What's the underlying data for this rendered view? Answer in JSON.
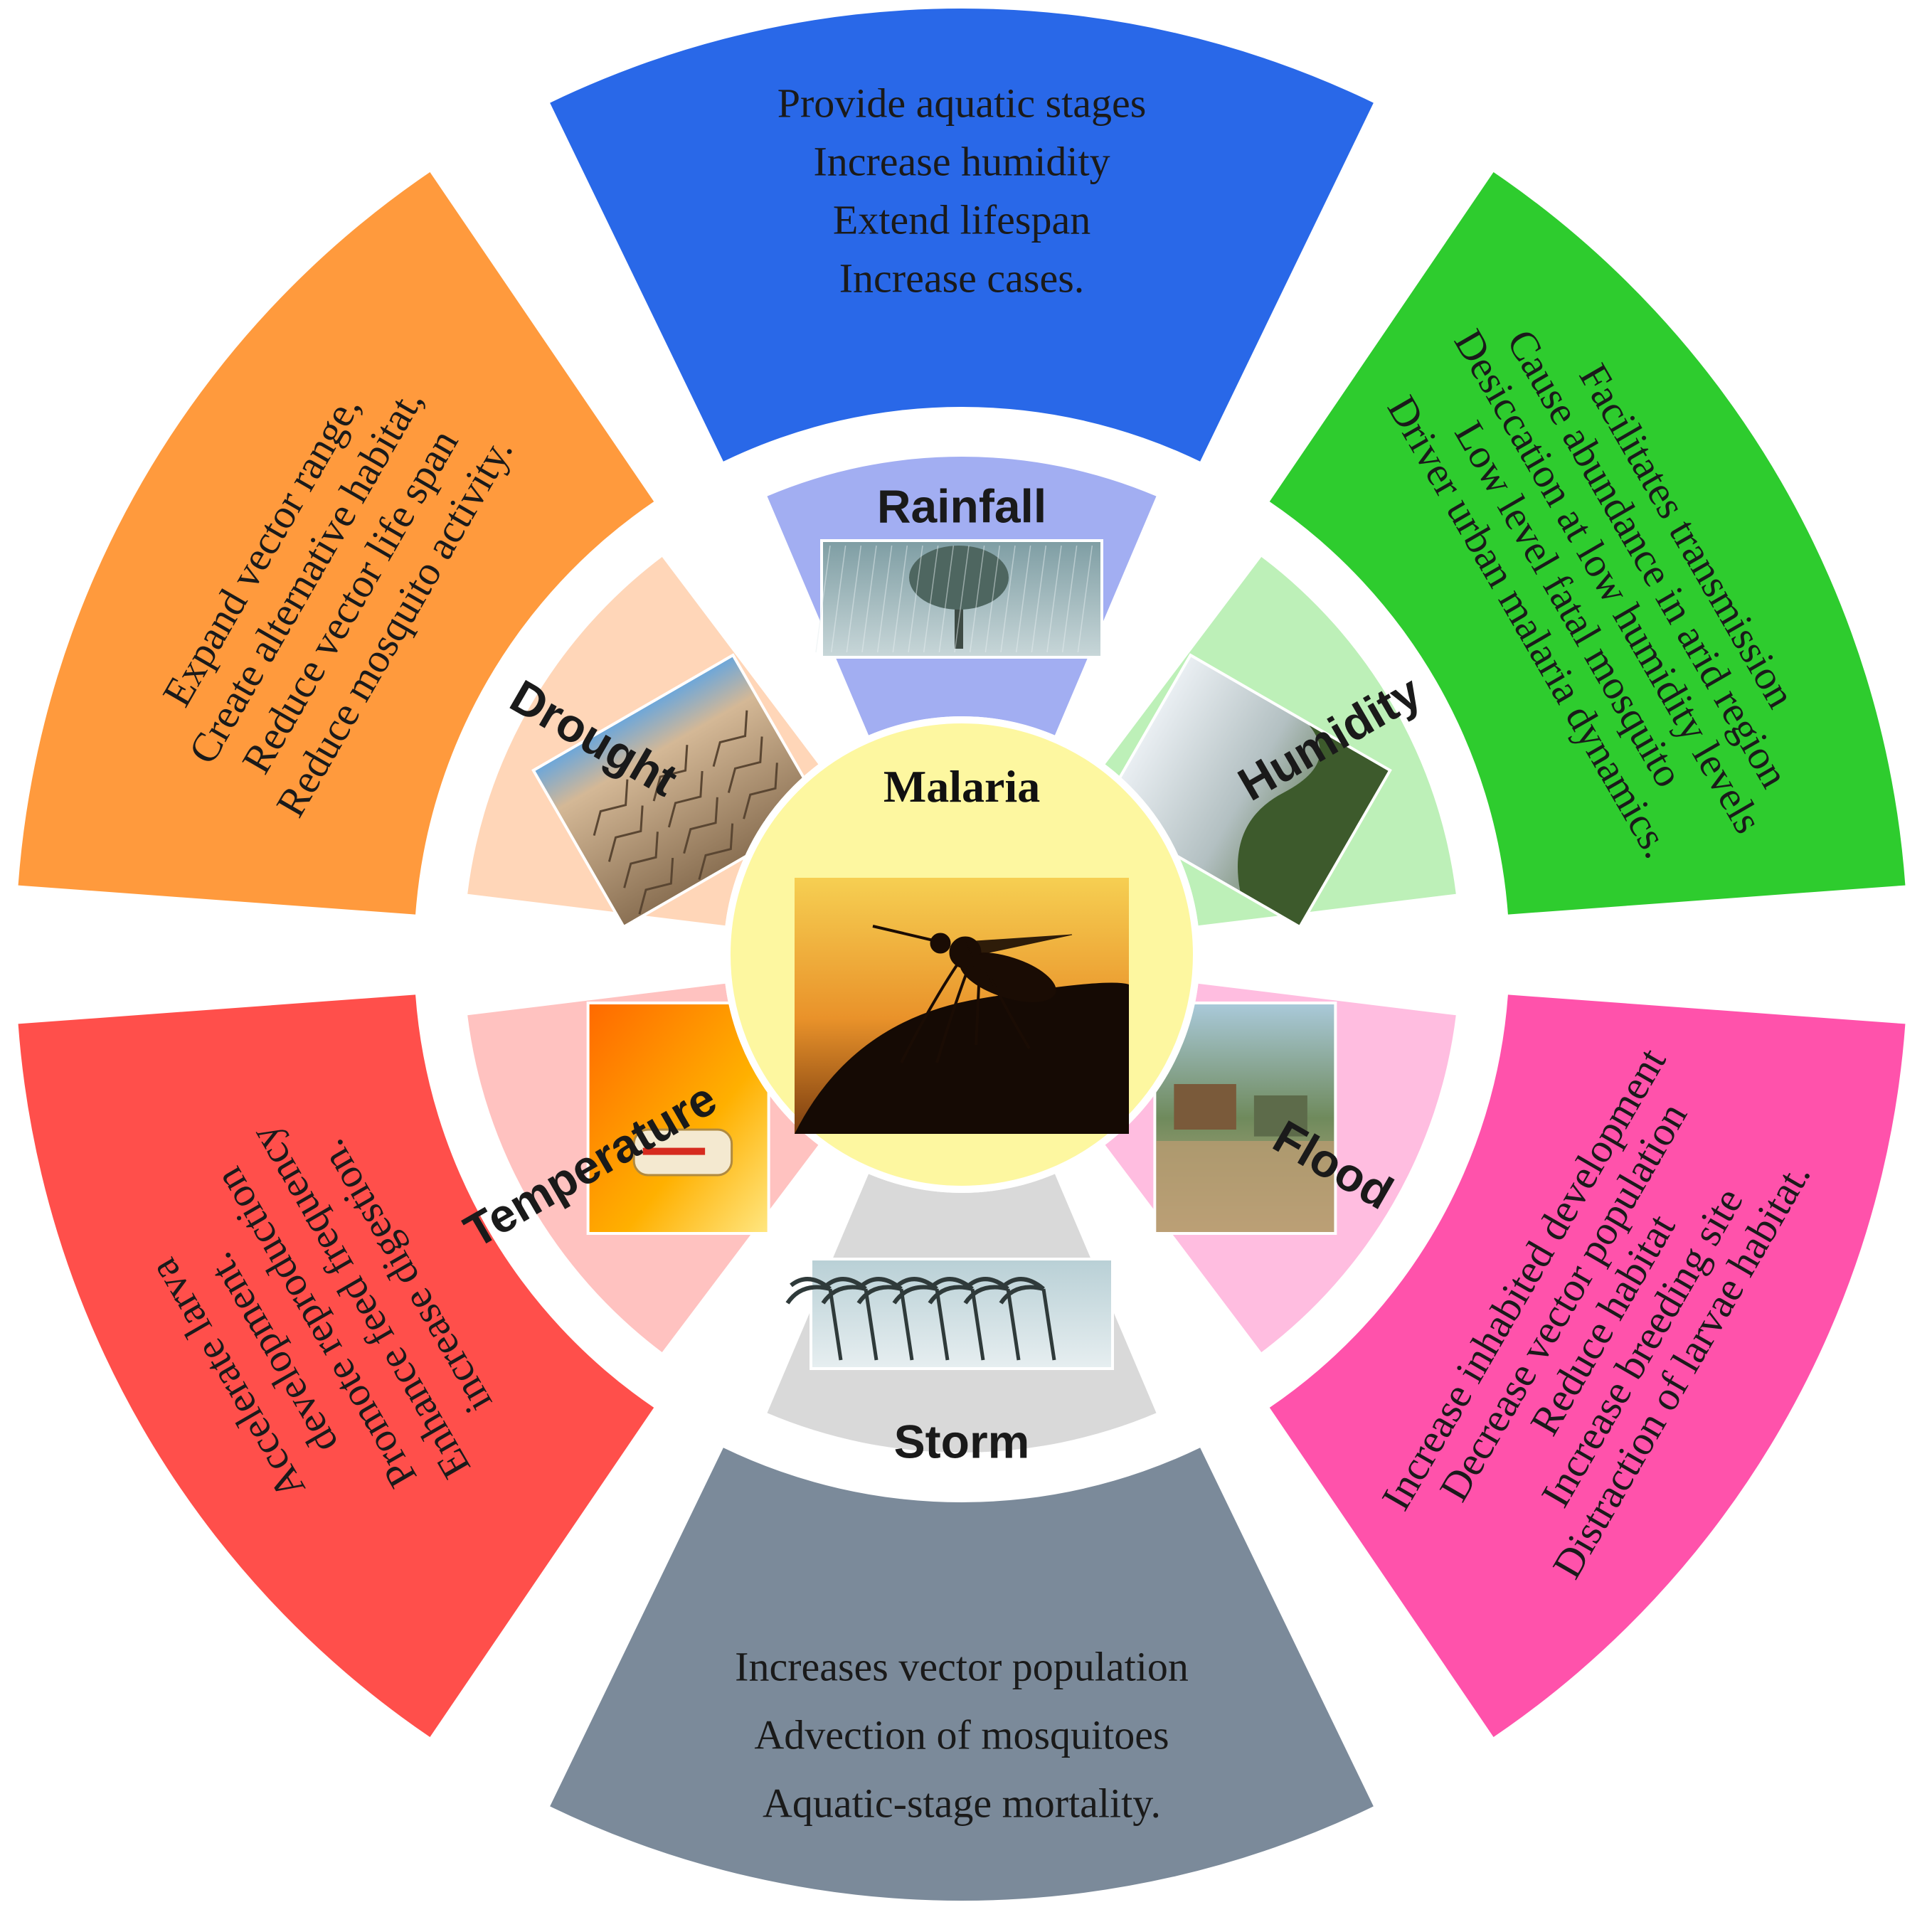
{
  "center": {
    "title": "Malaria",
    "fill": "#fdf7a0",
    "photo": "mosquito-silhouette-sunset"
  },
  "sectors": [
    {
      "key": "rainfall",
      "label": "Rainfall",
      "outer_color": "#2968e8",
      "inner_color": "#a2aef2",
      "text_color": "#1a1a1a",
      "photo": "rain-tree-photo",
      "lines": [
        "Provide aquatic stages",
        "Increase humidity",
        "Extend lifespan",
        "Increase cases."
      ]
    },
    {
      "key": "humidity",
      "label": "Humidity",
      "outer_color": "#2ecc2e",
      "inner_color": "#bdf0b8",
      "text_color": "#1a1a1a",
      "photo": "misty-forest-photo",
      "lines": [
        "Facilitates transmission",
        "Cause abundance in arid region",
        "Desiccation at low humidity levels",
        "Low level fatal mosquito",
        "Driver urban malaria dynamics."
      ]
    },
    {
      "key": "flood",
      "label": "Flood",
      "outer_color": "#ff52ab",
      "inner_color": "#ffbde0",
      "text_color": "#1a1a1a",
      "photo": "flooded-village-photo",
      "lines": [
        "Increase inhabited development",
        "Decrease vector population",
        "Reduce habitat",
        "Increase breeding site",
        "Distraction of larvae habitat."
      ]
    },
    {
      "key": "storm",
      "label": "Storm",
      "outer_color": "#7b8a9a",
      "inner_color": "#d9d9d9",
      "text_color": "#1a1a1a",
      "photo": "storm-palms-photo",
      "lines": [
        "Increases vector population",
        "Advection of mosquitoes",
        "Aquatic-stage mortality."
      ]
    },
    {
      "key": "temperature",
      "label": "Temperature",
      "outer_color": "#ff4f4b",
      "inner_color": "#ffc2c0",
      "text_color": "#1a1a1a",
      "photo": "thermometer-heat-photo",
      "lines": [
        "Accelerate larva",
        "development.",
        "Promote reproduction",
        "Enhance feed frequency",
        "increase digestion."
      ]
    },
    {
      "key": "drought",
      "label": "Drought",
      "outer_color": "#ff9a3d",
      "inner_color": "#ffd6b8",
      "text_color": "#1a1a1a",
      "photo": "cracked-earth-photo",
      "lines": [
        "Expand vector range,",
        "Create alternative habitat,",
        "Reduce vector life span",
        "Reduce mosquito activity."
      ]
    }
  ]
}
